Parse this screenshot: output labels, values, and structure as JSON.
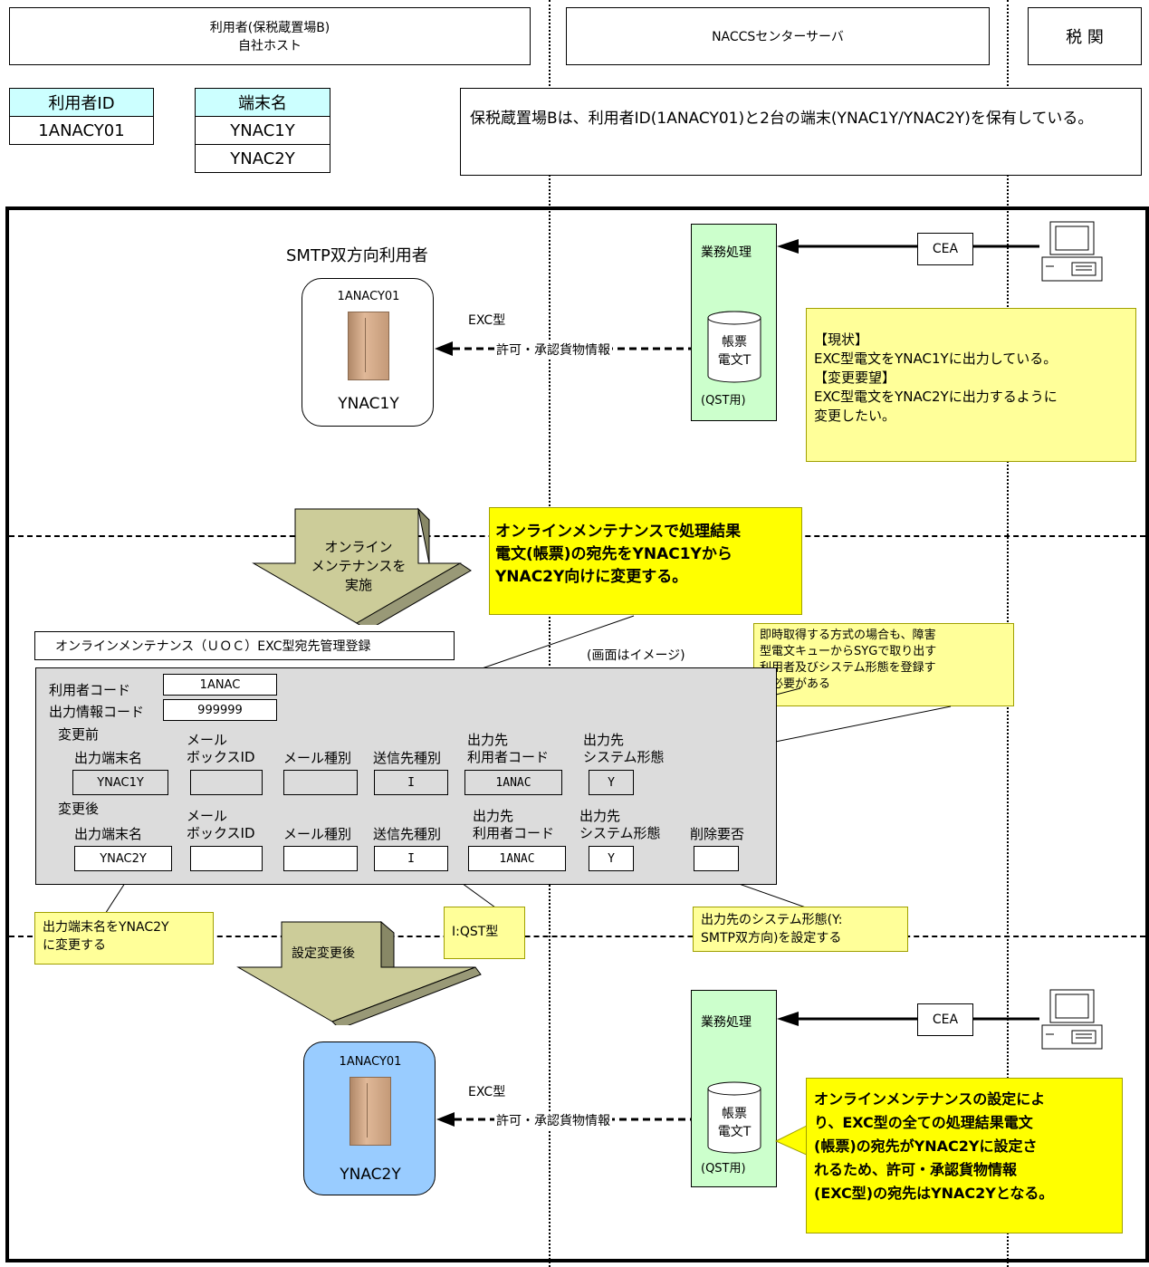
{
  "header": {
    "user_host": "利用者(保税蔵置場B)\n自社ホスト",
    "naccs": "NACCSセンターサーバ",
    "customs": "税 関"
  },
  "id_table": {
    "user_id_header": "利用者ID",
    "user_id_value": "1ANACY01",
    "terminal_header": "端末名",
    "terminals": [
      "YNAC1Y",
      "YNAC2Y"
    ]
  },
  "description": "保税蔵置場Bは、利用者ID(1ANACY01)と2台の端末(YNAC1Y/YNAC2Y)を保有している。",
  "top_section": {
    "title": "SMTP双方向利用者",
    "user_id": "1ANACY01",
    "terminal": "YNAC1Y",
    "exc_type": "EXC型",
    "flow_label": "許可・承認貨物情報",
    "business_proc": "業務処理",
    "cea": "CEA",
    "ledger_label": "帳票\n電文T",
    "qst": "(QST用)",
    "note": "【現状】\nEXC型電文をYNAC1Yに出力している。\n【変更要望】\nEXC型電文をYNAC2Yに出力するように\n変更したい。"
  },
  "middle_section": {
    "arrow_label": "オンライン\nメンテナンスを\n実施",
    "callout": "オンラインメンテナンスで処理結果\n電文(帳票)の宛先をYNAC1Yから\nYNAC2Y向けに変更する。",
    "screen_title": "オンラインメンテナンス（ＵＯＣ）EXC型宛先管理登録",
    "screen_image_note": "(画面はイメージ)",
    "immediate_note": "即時取得する方式の場合も、障害\n型電文キューからSYGで取り出す\n利用者及びシステム形態を登録す\nる必要がある",
    "user_code_label": "利用者コード",
    "user_code_value": "1ANAC",
    "output_info_label": "出力情報コード",
    "output_info_value": "999999",
    "before_label": "変更前",
    "after_label": "変更後",
    "col_terminal": "出力端末名",
    "col_mailbox": "メール\nボックスID",
    "col_mail_type": "メール種別",
    "col_send_type": "送信先種別",
    "col_dest_user": "出力先\n利用者コード",
    "col_dest_sys": "出力先\nシステム形態",
    "col_delete": "削除要否",
    "before_row": {
      "terminal": "YNAC1Y",
      "send_type": "I",
      "dest_user": "1ANAC",
      "dest_sys": "Y"
    },
    "after_row": {
      "terminal": "YNAC2Y",
      "send_type": "I",
      "dest_user": "1ANAC",
      "dest_sys": "Y"
    },
    "note_terminal": "出力端末名をYNAC2Y\nに変更する",
    "note_qst": "I:QST型",
    "note_sys": "出力先のシステム形態(Y:\nSMTP双方向)を設定する",
    "arrow2_label": "設定変更後"
  },
  "bottom_section": {
    "user_id": "1ANACY01",
    "terminal": "YNAC2Y",
    "exc_type": "EXC型",
    "flow_label": "許可・承認貨物情報",
    "business_proc": "業務処理",
    "cea": "CEA",
    "ledger_label": "帳票\n電文T",
    "qst": "(QST用)",
    "note": "オンラインメンテナンスの設定によ\nり、EXC型の全ての処理結果電文\n(帳票)の宛先がYNAC2Yに設定さ\nれるため、許可・承認貨物情報\n(EXC型)の宛先はYNAC2Yとなる。"
  },
  "colors": {
    "id_header_bg": "#ccffff",
    "note_bg": "#ffff99",
    "process_bg": "#ccffcc",
    "arrow_fill": "#cccc99",
    "terminal2_bg": "#99ccff",
    "screen_bg": "#dcdcdc"
  }
}
